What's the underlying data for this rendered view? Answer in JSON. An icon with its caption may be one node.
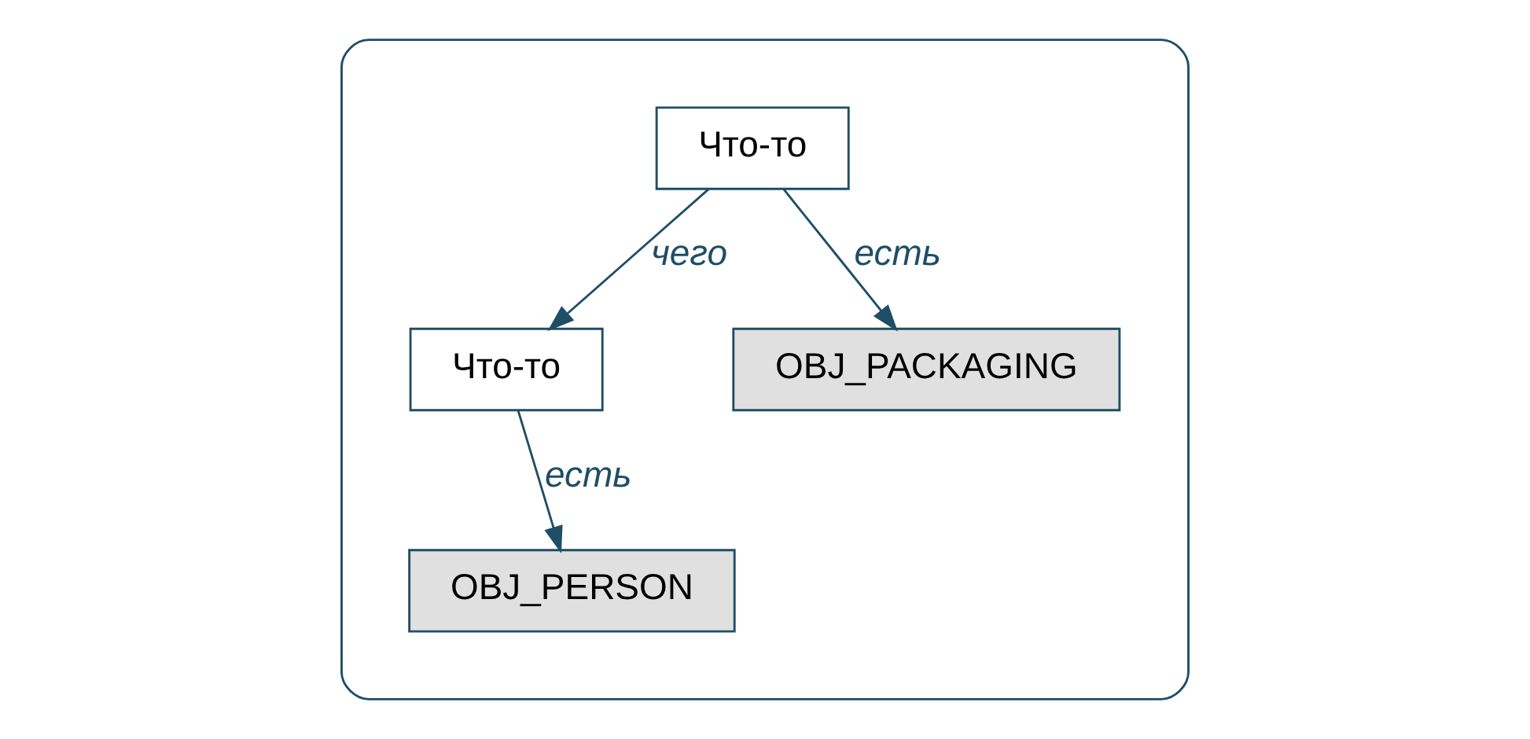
{
  "diagram": {
    "nodes": [
      {
        "text": [],
        "shape": "ellipse"
      },
      {
        "text": [
          "Что-то"
        ],
        "in": 0
      },
      {
        "text": [
          "Что-то"
        ],
        "in": 0
      },
      {
        "text": [
          "OBJ_PACKAGING"
        ],
        "in": 0
      },
      {
        "text": [
          "OBJ_PERSON"
        ],
        "in": 0
      }
    ],
    "edges": [
      {
        "from": 1,
        "to": 2,
        "arrow": "to",
        "label": "чего"
      },
      {
        "from": 1,
        "to": 3,
        "arrow": "to",
        "label": "есть"
      },
      {
        "from": 2,
        "to": 4,
        "arrow": "to",
        "label": "есть"
      }
    ]
  }
}
